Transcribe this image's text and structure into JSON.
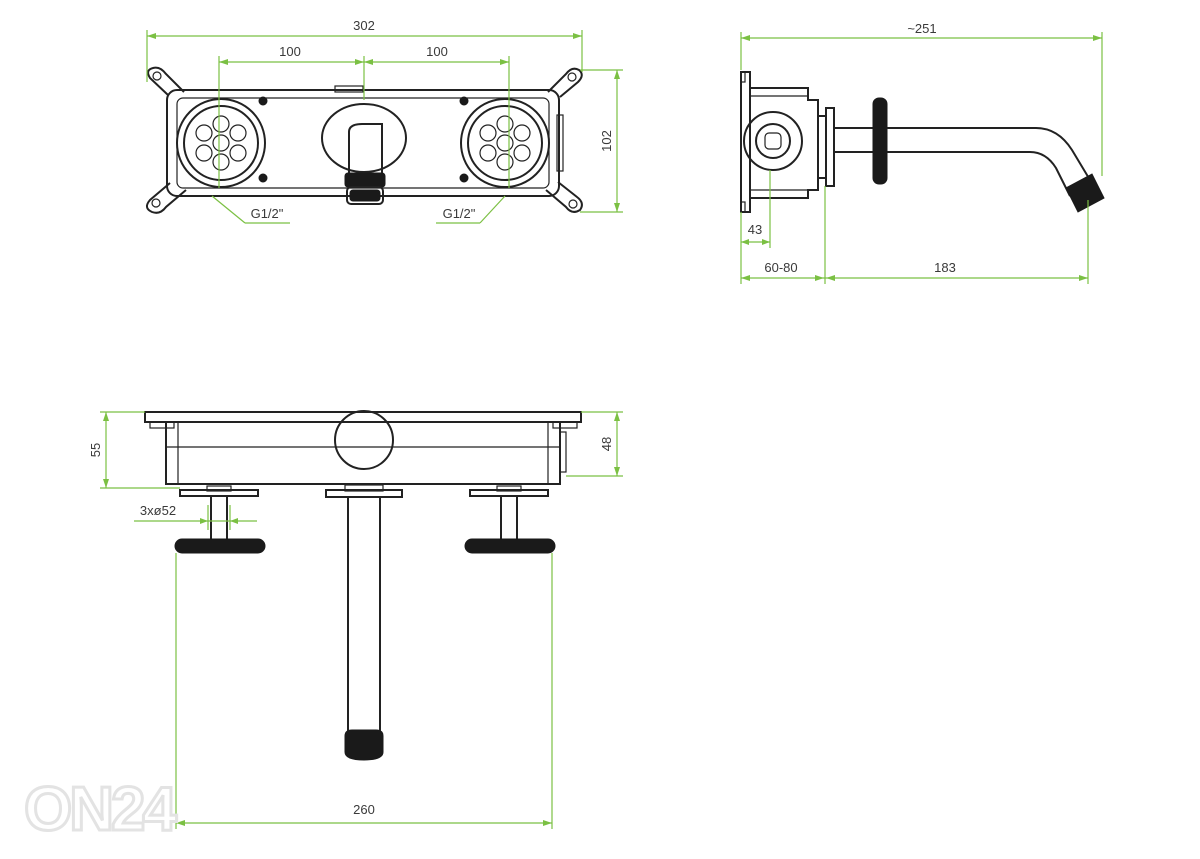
{
  "dimensions": {
    "overall_width": "302",
    "spacing_left": "100",
    "spacing_right": "100",
    "height_front": "102",
    "thread_left": "G1/2\"",
    "thread_right": "G1/2\"",
    "depth_total": "~251",
    "box_offset": "43",
    "wall_depth_range": "60-80",
    "spout_projection": "183",
    "box_depth_left": "55",
    "box_depth_right": "48",
    "handle_diameter": "3xø52",
    "handle_span": "260"
  },
  "watermark": {
    "text": "ON24"
  },
  "colors": {
    "dimension_line": "#7bc043",
    "drawing_line": "#222222",
    "watermark": "#e3e3e3"
  }
}
